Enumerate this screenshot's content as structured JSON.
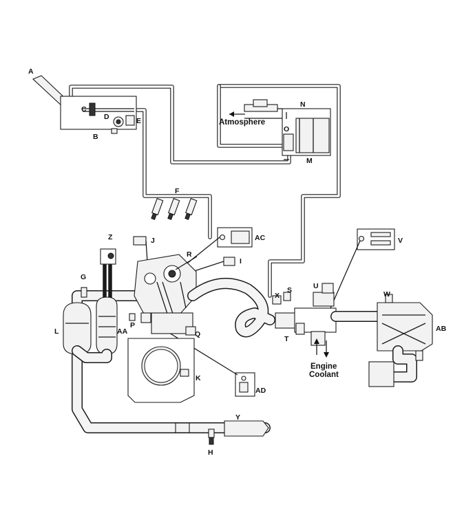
{
  "labels": {
    "A": "A",
    "B": "B",
    "C": "C",
    "D": "D",
    "E": "E",
    "F": "F",
    "G": "G",
    "H": "H",
    "I": "I",
    "J": "J",
    "K": "K",
    "L": "L",
    "M": "M",
    "N": "N",
    "O": "O",
    "P": "P",
    "Q": "Q",
    "R": "R",
    "S": "S",
    "T": "T",
    "U": "U",
    "V": "V",
    "W": "W",
    "X": "X",
    "Y": "Y",
    "Z": "Z",
    "AA": "AA",
    "AB": "AB",
    "AC": "AC",
    "AD": "AD"
  },
  "annotations": {
    "atmosphere": "Atmosphere",
    "engine_coolant_line1": "Engine",
    "engine_coolant_line2": "Coolant"
  },
  "colors": {
    "line": "#1a1a1a",
    "background": "#ffffff"
  }
}
